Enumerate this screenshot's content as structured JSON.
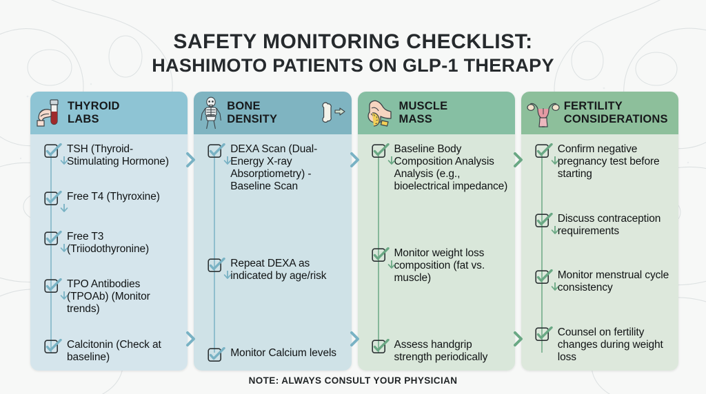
{
  "title": {
    "line1": "SAFETY MONITORING CHECKLIST:",
    "line2": "HASHIMOTO PATIENTS ON GLP-1 THERAPY"
  },
  "footer": {
    "note": "NOTE: ALWAYS CONSULT YOUR PHYSICIAN"
  },
  "colors": {
    "background": "#f7f8f7",
    "title_text": "#262a2d",
    "header_1": "#8ec4d4",
    "header_2": "#7fb4c1",
    "header_3": "#86bfa3",
    "header_4": "#8dbf9b",
    "body_1": "#d5e5ec",
    "body_2": "#cfe2e7",
    "body_3": "#d9e7da",
    "body_4": "#dde8dc",
    "check_blue": "#79b2c4",
    "check_green": "#6aa884",
    "arrow_blue": "#79b2c4",
    "arrow_green": "#6aa884"
  },
  "columns": [
    {
      "id": "thyroid-labs",
      "title_line1": "THYROID",
      "title_line2": "LABS",
      "icon": "hand-holding-blood-test-tube-icon",
      "extra_icon": "",
      "items": [
        "TSH (Thyroid-Stimulating Hormone)",
        "Free T4 (Thyroxine)",
        "Free T3 (Triiodothyronine)",
        "TPO Antibodies (TPOAb) (Monitor trends)",
        "Calcitonin (Check at baseline)"
      ]
    },
    {
      "id": "bone-density",
      "title_line1": "BONE",
      "title_line2": "DENSITY",
      "icon": "skeleton-icon",
      "extra_icon": "bone-with-arrow-icon",
      "items": [
        "DEXA Scan (Dual-Energy X-ray Absorptiometry) - Baseline Scan",
        "Repeat DEXA as indicated by age/risk",
        "Monitor Calcium levels"
      ]
    },
    {
      "id": "muscle-mass",
      "title_line1": "MUSCLE",
      "title_line2": "MASS",
      "icon": "flexed-bicep-measuring-tape-icon",
      "extra_icon": "",
      "items": [
        "Baseline Body Composition Analysis Analysis (e.g., bioelectrical impedance)",
        "Monitor weight loss composition (fat vs. muscle)",
        "Assess handgrip strength periodically"
      ]
    },
    {
      "id": "fertility-considerations",
      "title_line1": "FERTILITY",
      "title_line2": "CONSIDERATIONS",
      "icon": "uterus-icon",
      "extra_icon": "",
      "items": [
        "Confirm negative pregnancy test before starting",
        "Discuss contraception requirements",
        "Monitor menstrual cycle consistency",
        "Counsel on fertility changes during weight loss"
      ]
    }
  ]
}
